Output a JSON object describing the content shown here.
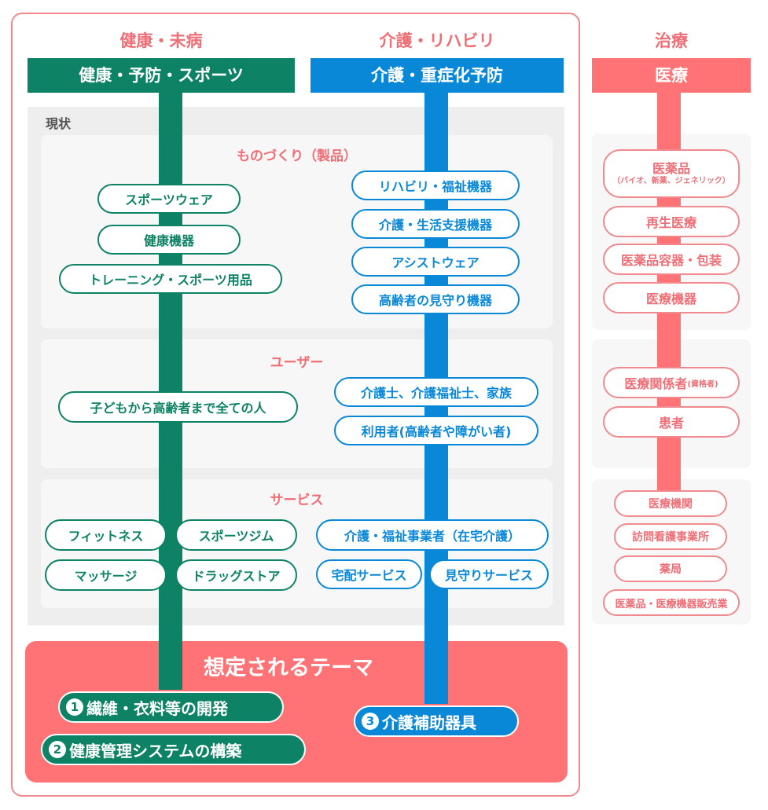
{
  "categories": {
    "health": "健康・未病",
    "care": "介護・リハビリ",
    "treatment": "治療"
  },
  "headers": {
    "health": "健康・予防・スポーツ",
    "care": "介護・重症化予防",
    "medical": "医療"
  },
  "panel_label": "現状",
  "sections": {
    "products": "ものづくり（製品）",
    "users": "ユーザー",
    "services": "サービス"
  },
  "products": {
    "green": [
      "スポーツウェア",
      "健康機器",
      "トレーニング・スポーツ用品"
    ],
    "blue": [
      "リハビリ・福祉機器",
      "介護・生活支援機器",
      "アシストウェア",
      "高齢者の見守り機器"
    ]
  },
  "users": {
    "green": [
      "子どもから高齢者まで全ての人"
    ],
    "blue": [
      "介護士、介護福祉士、家族",
      "利用者(高齢者や障がい者)"
    ]
  },
  "services": {
    "green": [
      "フィットネス",
      "スポーツジム",
      "マッサージ",
      "ドラッグストア"
    ],
    "blue": [
      "介護・福祉事業者（在宅介護）",
      "宅配サービス",
      "見守りサービス"
    ]
  },
  "medical": {
    "products": [
      {
        "main": "医薬品",
        "sub": "（バイオ、新薬、ジェネリック）"
      },
      {
        "main": "再生医療",
        "sub": ""
      },
      {
        "main": "医薬品容器・包装",
        "sub": ""
      },
      {
        "main": "医療機器",
        "sub": ""
      }
    ],
    "users": [
      {
        "main": "医療関係者",
        "sub": "(資格者)"
      },
      {
        "main": "患者",
        "sub": ""
      }
    ],
    "services": [
      "医療機関",
      "訪問看護事業所",
      "薬局",
      "医薬品・医療機器販売業"
    ]
  },
  "theme": {
    "title": "想定されるテーマ",
    "items": [
      {
        "num": "1",
        "label": "繊維・衣料等の開発"
      },
      {
        "num": "2",
        "label": "健康管理システムの構築"
      },
      {
        "num": "3",
        "label": "介護補助器具"
      }
    ]
  },
  "colors": {
    "green": "#0d8265",
    "blue": "#0a88d8",
    "coral": "#ff7376",
    "panel": "#efeeee"
  }
}
